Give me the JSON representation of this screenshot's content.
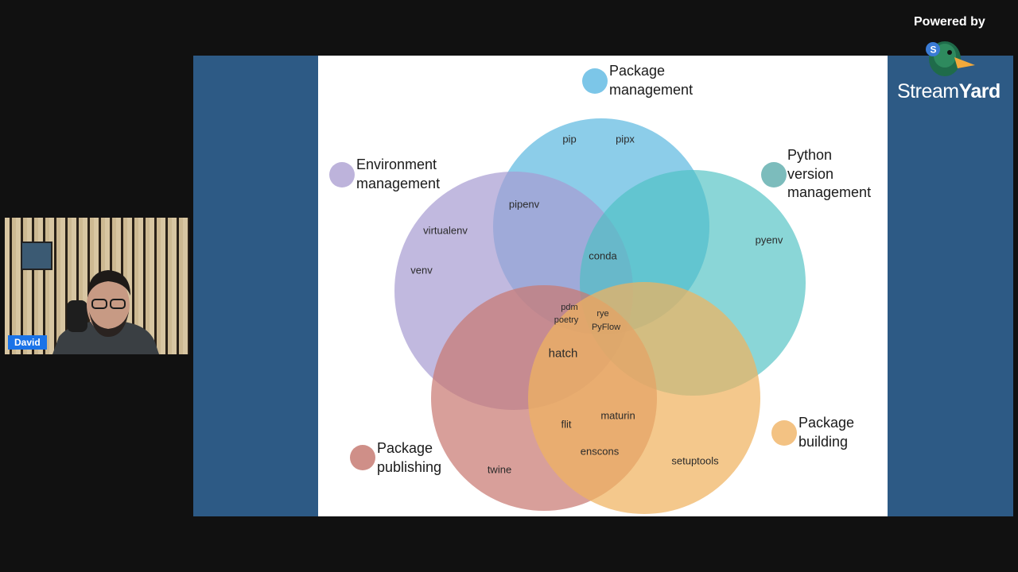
{
  "branding": {
    "powered_by": "Powered by",
    "brand_name_part1": "Stream",
    "brand_name_part2": "Yard"
  },
  "participant": {
    "name": "David"
  },
  "venn": {
    "sets": [
      {
        "id": "package-management",
        "label_line1": "Package",
        "label_line2": "management",
        "color": "#5bb8e0"
      },
      {
        "id": "environment-management",
        "label_line1": "Environment",
        "label_line2": "management",
        "color": "#a79bd1"
      },
      {
        "id": "python-version-management",
        "label_line1": "Python",
        "label_line2": "version",
        "label_line3": "management",
        "color": "#4cc0c2"
      },
      {
        "id": "package-publishing",
        "label_line1": "Package",
        "label_line2": "publishing",
        "color": "#c97a73"
      },
      {
        "id": "package-building",
        "label_line1": "Package",
        "label_line2": "building",
        "color": "#f0b35f"
      }
    ],
    "tools": {
      "pip": "pip",
      "pipx": "pipx",
      "pipenv": "pipenv",
      "virtualenv": "virtualenv",
      "venv": "venv",
      "conda": "conda",
      "pyenv": "pyenv",
      "pdm": "pdm",
      "poetry": "poetry",
      "rye": "rye",
      "pyflow": "PyFlow",
      "hatch": "hatch",
      "flit": "flit",
      "maturin": "maturin",
      "enscons": "enscons",
      "twine": "twine",
      "setuptools": "setuptools"
    }
  },
  "colors": {
    "page_bg": "#111111",
    "stage_bg": "#2d5a85",
    "slide_bg": "#ffffff",
    "name_tag": "#1a73e8"
  }
}
